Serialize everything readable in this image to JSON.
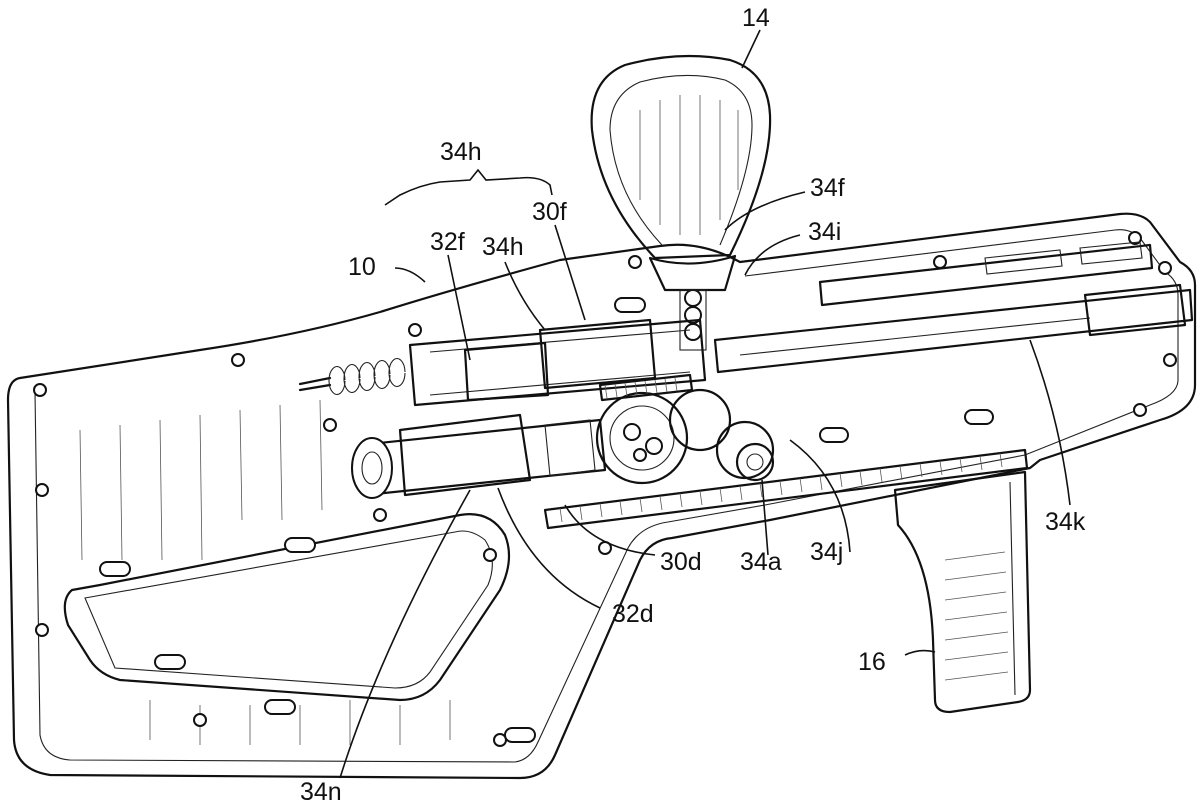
{
  "figure": {
    "labels": {
      "l14": "14",
      "l34h_top": "34h",
      "l34f": "34f",
      "l30f": "30f",
      "l34i": "34i",
      "l32f": "32f",
      "l34h_mid": "34h",
      "l10": "10",
      "l34k": "34k",
      "l30d": "30d",
      "l34a": "34a",
      "l34j": "34j",
      "l32d": "32d",
      "l16": "16",
      "l34n": "34n"
    }
  }
}
